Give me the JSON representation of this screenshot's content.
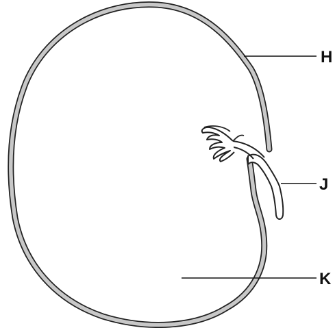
{
  "labels": {
    "H": "H",
    "J": "J",
    "K": "K"
  },
  "colors": {
    "outline": "#222222",
    "seed_coat_fill": "#c8c8c8",
    "background": "#ffffff"
  }
}
